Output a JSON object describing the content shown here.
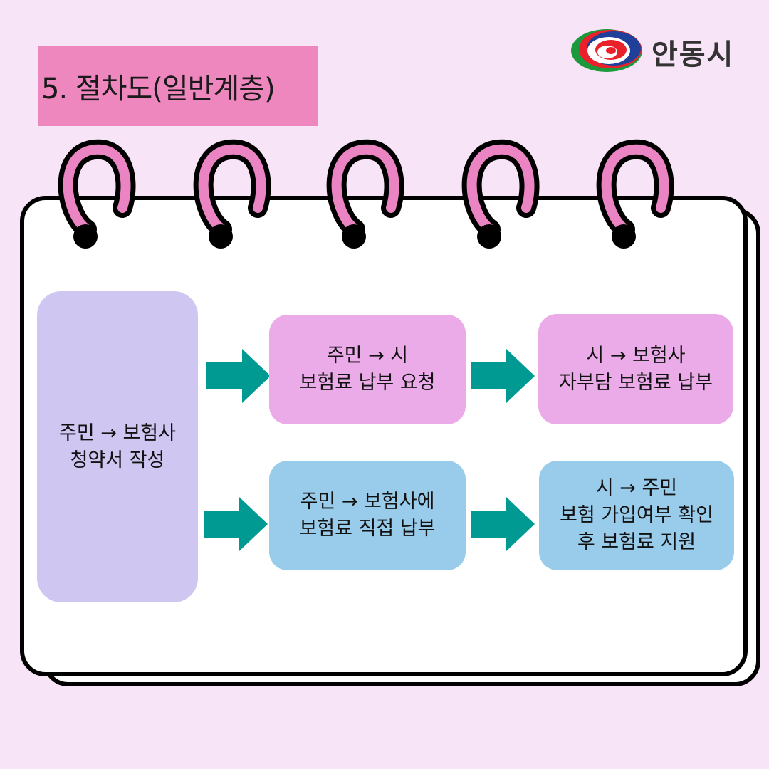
{
  "header": {
    "title": "5. 절차도(일반계층)",
    "logo_text": "안동시",
    "logo_icon": "andong-city-logo-icon"
  },
  "colors": {
    "background": "#f7e5f7",
    "title_bg": "#ef87bf",
    "ring": "#ea84c3",
    "start_box": "#cfc6f2",
    "pink_box": "#eaabe8",
    "blue_box": "#99cbeb",
    "arrow": "#009a93"
  },
  "flow": {
    "start": "주민 → 보험사\n청약서 작성",
    "upper": {
      "step1": "주민 → 시\n보험료 납부 요청",
      "step2": "시 → 보험사\n자부담 보험료 납부"
    },
    "lower": {
      "step1": "주민 → 보험사에\n보험료 직접 납부",
      "step2": "시 → 주민\n보험 가입여부 확인\n후 보험료 지원"
    }
  }
}
